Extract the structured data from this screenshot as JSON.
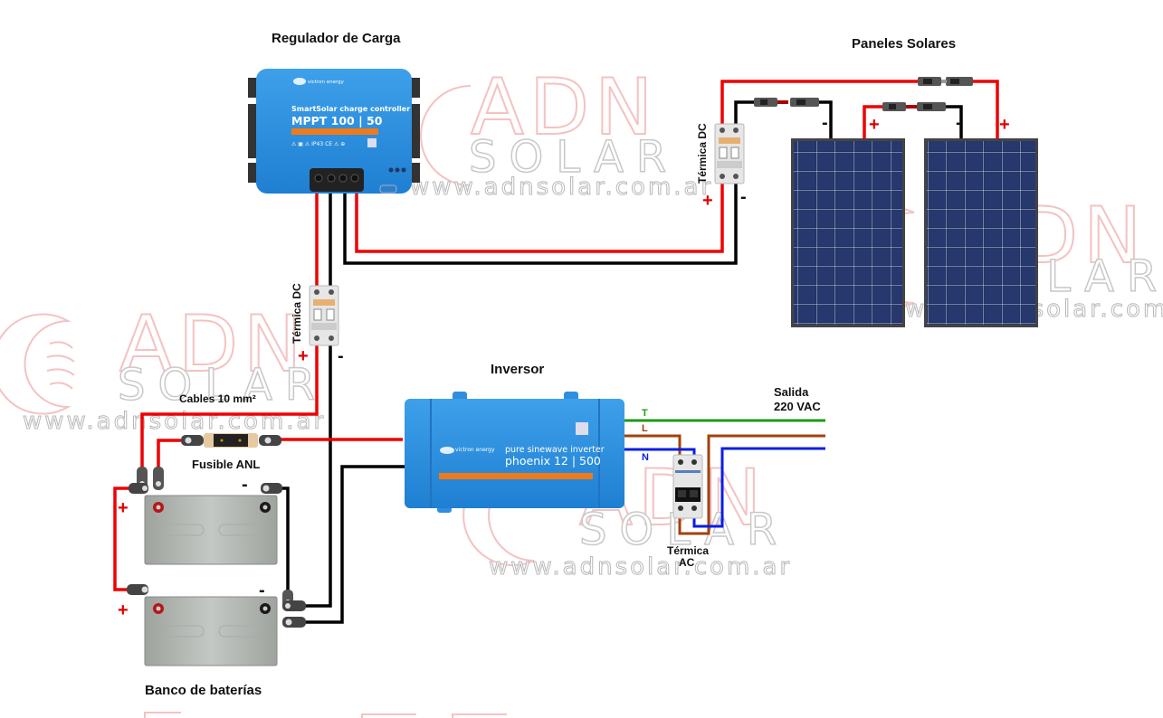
{
  "labels": {
    "charge_controller": "Regulador de Carga",
    "solar_panels": "Paneles Solares",
    "inverter": "Inversor",
    "battery_bank": "Banco de baterías",
    "dc_breaker_panels": "Térmica DC",
    "dc_breaker_battery": "Térmica DC",
    "cables": "Cables 10 mm²",
    "fuse": "Fusible ANL",
    "output_line1": "Salida",
    "output_line2": "220 VAC",
    "ac_breaker_line1": "Térmica",
    "ac_breaker_line2": "AC"
  },
  "ac_wires": {
    "earth": "T",
    "line": "L",
    "neutral": "N"
  },
  "polarity": {
    "plus": "+",
    "minus": "-"
  },
  "charge_controller": {
    "brand": "victron energy",
    "product_line": "SmartSolar charge controller",
    "model": "MPPT 100 | 50",
    "certifications": "⚠ ▣ ⚠ IP43 CE ⚠ ⊕"
  },
  "inverter": {
    "brand": "victron energy",
    "product_line": "pure sinewave inverter",
    "model": "phoenix 12 | 500"
  },
  "watermark": {
    "name": "ADN",
    "subname": "SOLAR",
    "url": "www.adnsolar.com.ar"
  },
  "colors": {
    "positive_wire": "#ee0000",
    "negative_wire": "#000000",
    "earth_wire": "#1a9a1a",
    "line_wire": "#a0420e",
    "neutral_wire": "#0a1ee6",
    "victron_blue": "#2f8fde",
    "orange_stripe": "#f07a1a",
    "panel_blue": "#1e2e5c"
  }
}
